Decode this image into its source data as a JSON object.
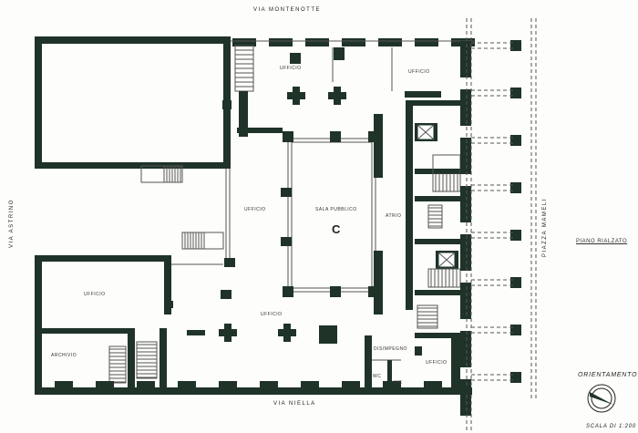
{
  "streets": {
    "top": "VIA MONTENOTTE",
    "bottom": "VIA NIELLA",
    "left": "VIA ASTRINO",
    "right": "PIAZZA MAMELI"
  },
  "rooms": {
    "ufficio_top_1": "UFFICIO",
    "ufficio_top_2": "UFFICIO",
    "ufficio_west": "UFFICIO",
    "sala": "SALA PUBBLICO",
    "sala_letter": "C",
    "atrio": "ATRIO",
    "ufficio_sw": "UFFICIO",
    "ufficio_south": "UFFICIO",
    "archivio": "ARCHIVIO",
    "disimpegno": "DISIMPEGNO",
    "wc_1": "WC",
    "wc_2": "WC",
    "ufficio_se": "UFFICIO"
  },
  "legend": {
    "floor": "PIANO RIALZATO",
    "orientation": "ORIENTAMENTO",
    "scale": "SCALA DI 1:200"
  },
  "colors": {
    "wall": "#1f3328",
    "line": "#555555"
  }
}
